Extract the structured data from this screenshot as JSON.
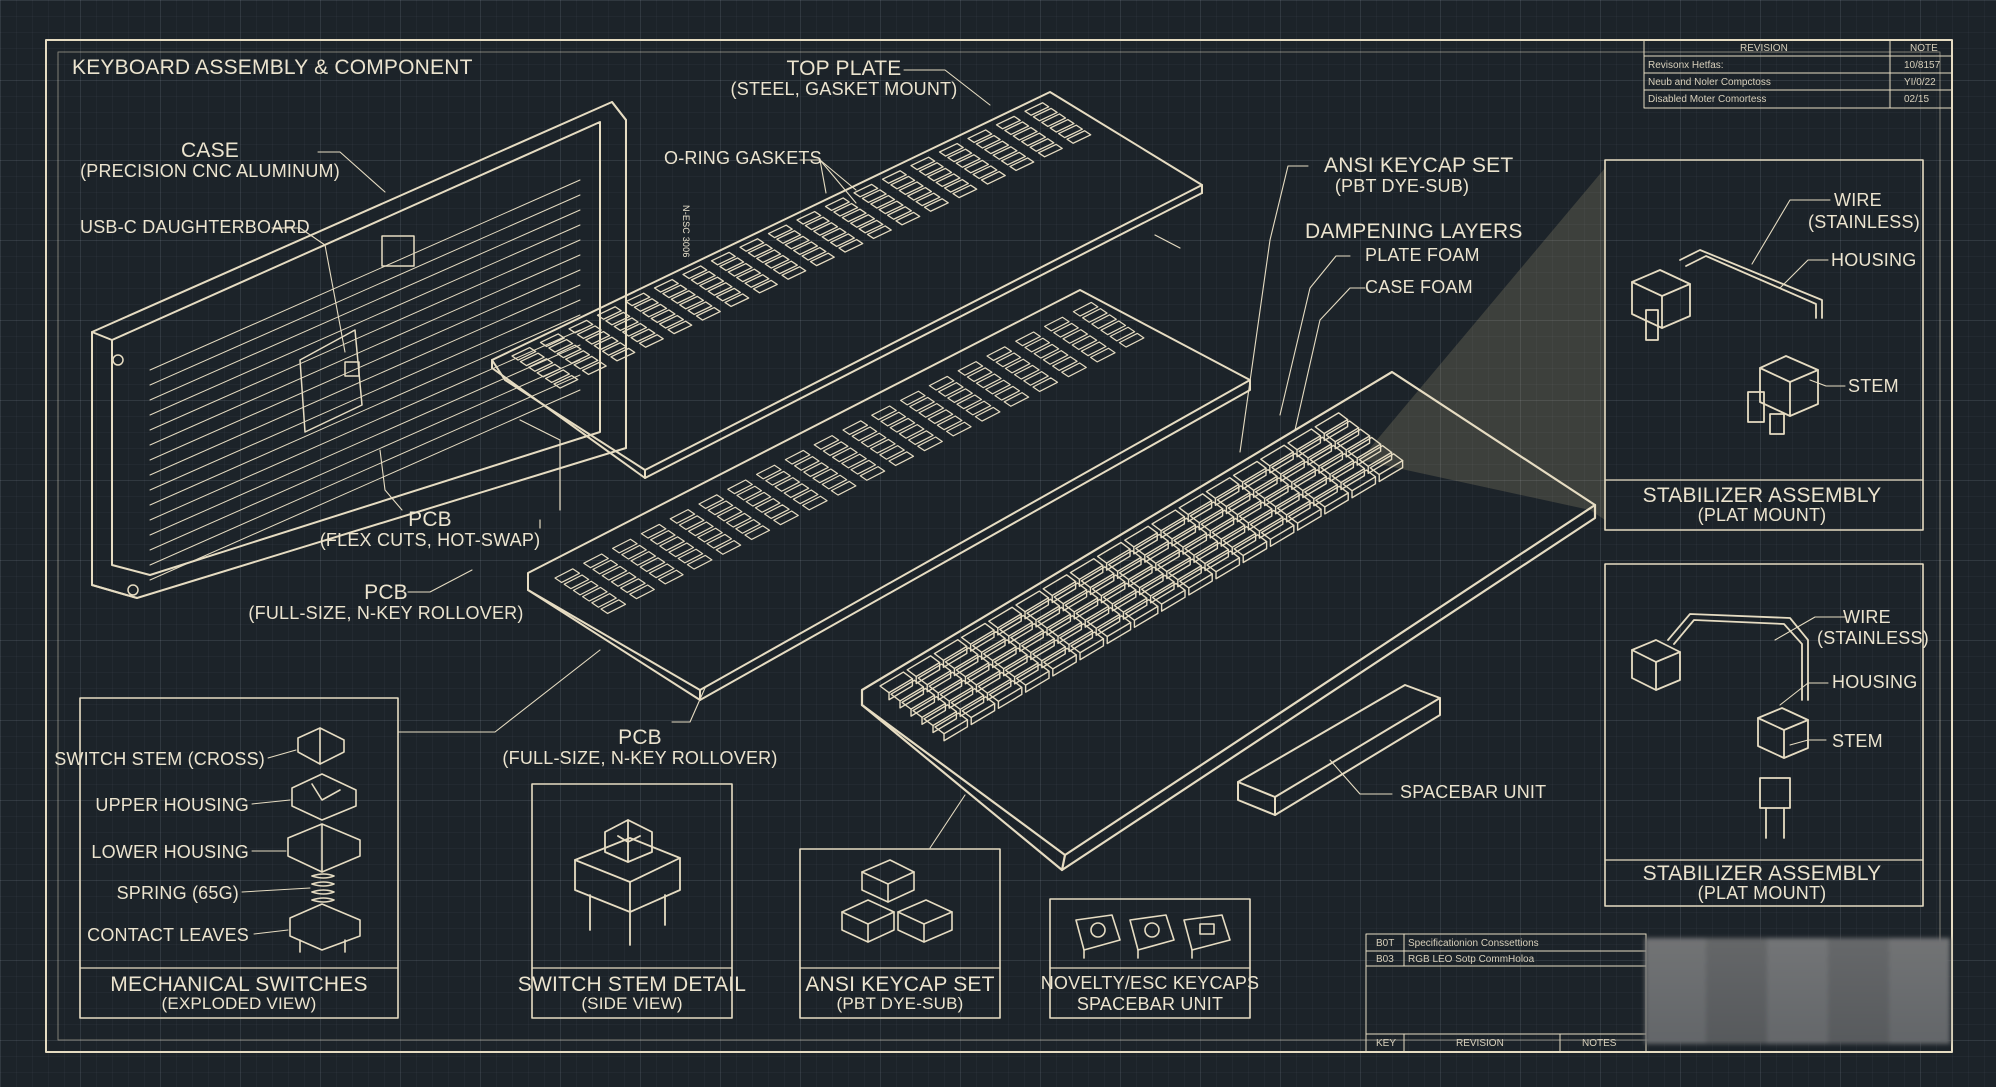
{
  "title": "KEYBOARD ASSEMBLY & COMPONENT",
  "labels": {
    "case": "CASE",
    "case_sub": "(PRECISION CNC ALUMINUM)",
    "usbc": "USB-C DAUGHTERBOARD",
    "top_plate": "TOP PLATE",
    "top_plate_sub": "(STEEL, GASKET MOUNT)",
    "oring": "O-RING GASKETS",
    "ansi": "ANSI KEYCAP SET",
    "ansi_sub": "(PBT DYE-SUB)",
    "damp": "DAMPENING LAYERS",
    "plate_foam": "PLATE FOAM",
    "case_foam": "CASE FOAM",
    "pcb1": "PCB",
    "pcb1_sub": "(FLEX CUTS, HOT-SWAP)",
    "pcb2": "PCB",
    "pcb2_sub": "(FULL-SIZE, N-KEY ROLLOVER)",
    "pcb3": "PCB",
    "pcb3_sub": "(FULL-SIZE, N-KEY ROLLOVER)",
    "spacebar": "SPACEBAR UNIT"
  },
  "switch_parts": [
    "SWITCH STEM (CROSS)",
    "UPPER HOUSING",
    "LOWER HOUSING",
    "SPRING (65G)",
    "CONTACT LEAVES"
  ],
  "panels": {
    "mech_title": "MECHANICAL SWITCHES",
    "mech_sub": "(EXPLODED VIEW)",
    "stem_title": "SWITCH STEM DETAIL",
    "stem_sub": "(SIDE VIEW)",
    "ansi_title": "ANSI KEYCAP SET",
    "ansi_sub": "(PBT DYE-SUB)",
    "nov_title": "NOVELTY/ESC KEYCAPS",
    "nov_sub": "SPACEBAR UNIT"
  },
  "stab1": {
    "wire": "WIRE",
    "wire_sub": "(STAINLESS)",
    "housing": "HOUSING",
    "stem": "STEM",
    "title": "STABILIZER ASSEMBLY",
    "sub": "(PLAT MOUNT)"
  },
  "stab2": {
    "wire": "WIRE",
    "wire_sub": "(STAINLESS)",
    "housing": "HOUSING",
    "stem": "STEM",
    "title": "STABILIZER ASSEMBLY",
    "sub": "(PLAT MOUNT)"
  },
  "revision_table": {
    "headers": [
      "REVISION",
      "NOTE"
    ],
    "rows": [
      [
        "Revisonx Hetfas:",
        "10/8157"
      ],
      [
        "Neub and Noler Compctoss",
        "YI/0/22"
      ],
      [
        "Disabled Moter Comortess",
        "02/15"
      ]
    ]
  },
  "notes_table": {
    "rows": [
      [
        "B0T",
        "Specificationion Conssettions"
      ],
      [
        "B03",
        "RGB LEO Sotp CommHoloa"
      ]
    ],
    "footer": [
      "KEY",
      "REVISION",
      "NOTES"
    ]
  },
  "plate_mark": "N-ESC 3006",
  "colors": {
    "line": "#e6dcc2",
    "background": "#1c2329",
    "highlight": "#d9c896"
  }
}
